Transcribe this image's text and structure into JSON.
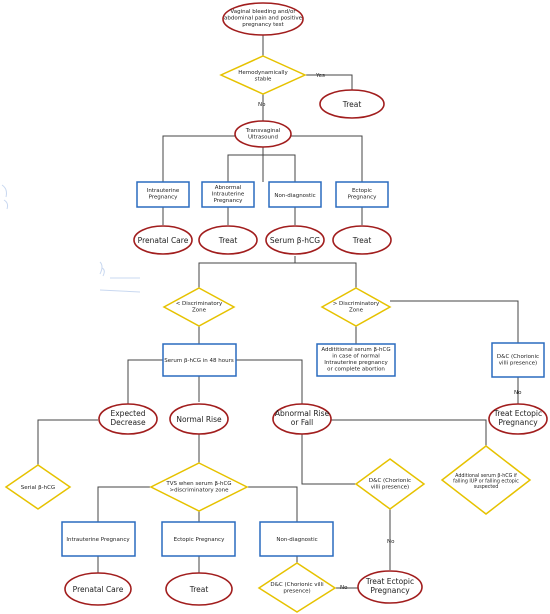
{
  "nodes": {
    "start": [
      "Vaginal bleeding and/or",
      "abdominal pain and positive",
      "pregnancy test"
    ],
    "hemo": [
      "Hemodynamically",
      "stable"
    ],
    "treat_top": [
      "Treat"
    ],
    "tvus": [
      "Transvaginal",
      "Ultrasound"
    ],
    "iup1": [
      "Intrauterine",
      "Pregnancy"
    ],
    "abn_iup": [
      "Abnormal",
      "Intrauterine",
      "Pregnancy"
    ],
    "nondx1": [
      "Non-diagnostic"
    ],
    "ectopic1": [
      "Ectopic",
      "Pregnancy"
    ],
    "prenatal1": [
      "Prenatal Care"
    ],
    "treat_abn": [
      "Treat"
    ],
    "serum1": [
      "Serum β-hCG"
    ],
    "treat_ect1": [
      "Treat"
    ],
    "lt_dz": [
      "< Discriminatory",
      "Zone"
    ],
    "gt_dz": [
      "> Discriminatory",
      "Zone"
    ],
    "serum48": [
      "Serum β-hCG in 48 hours"
    ],
    "addl_serum": [
      "Addititional serum β-hCG",
      "in case of normal",
      "Intrauterine pregnancy",
      "or complete abortion"
    ],
    "dc_top": [
      "D&C (Chorionic",
      "villi presence)"
    ],
    "expected_dec": [
      "Expected",
      "Decrease"
    ],
    "normal_rise": [
      "Normal Rise"
    ],
    "abn_rise": [
      "Abnormal Rise",
      "or Fall"
    ],
    "treat_ect_right": [
      "Treat Ectopic",
      "Pregnancy"
    ],
    "serial": [
      "Serial β-hCG"
    ],
    "tvs_when": [
      "TVS when serum β-hCG",
      ">discriminatory zone"
    ],
    "dc_mid": [
      "D&C (Chorionic",
      "villi presence)"
    ],
    "addl_right": [
      "Additional serum β-hCG if",
      "falling IUP or falling ectopic",
      "suspected"
    ],
    "iup2": [
      "Intrauterine Pregnancy"
    ],
    "ectopic2": [
      "Ectopic Pregnancy"
    ],
    "nondx2": [
      "Non-diagnostic"
    ],
    "prenatal2": [
      "Prenatal Care"
    ],
    "treat_bottom": [
      "Treat"
    ],
    "dc_bottom": [
      "D&C (Chorionic villi",
      "presence)"
    ],
    "treat_ect_bottom": [
      "Treat Ectopic",
      "Pregnancy"
    ]
  },
  "edge_labels": {
    "yes": "Yes",
    "no_hemo": "No",
    "no_dc_top": "No",
    "no_dc_mid": "No",
    "no_dc_bottom": "No"
  },
  "colors": {
    "oval_stroke": "#a11d1d",
    "box_stroke": "#2a6bbf",
    "diamond_stroke": "#e6c200",
    "line": "#444444"
  }
}
